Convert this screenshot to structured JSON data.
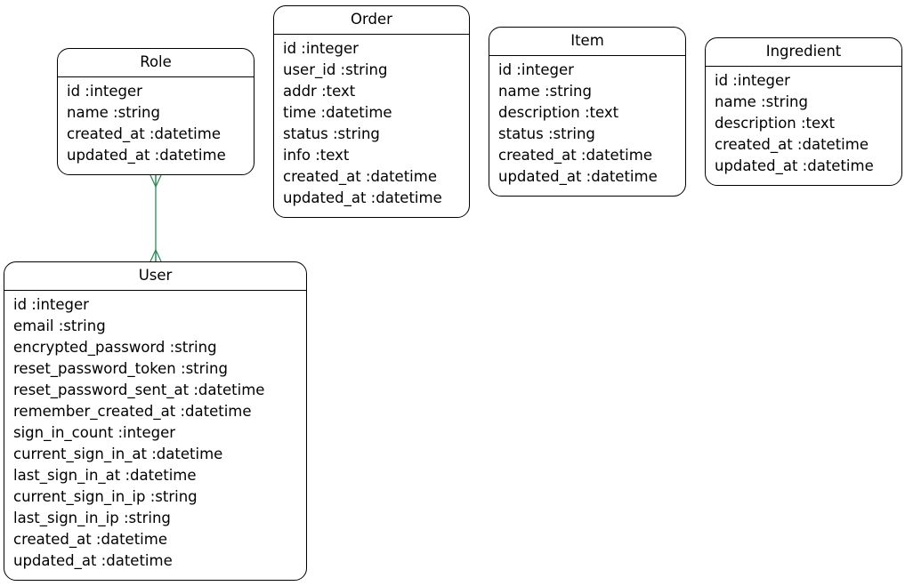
{
  "colors": {
    "relation": "#2e8b57",
    "border": "#000000",
    "background": "#ffffff"
  },
  "entities": {
    "role": {
      "name": "Role",
      "attributes": [
        "id :integer",
        "name :string",
        "created_at :datetime",
        "updated_at :datetime"
      ]
    },
    "order": {
      "name": "Order",
      "attributes": [
        "id :integer",
        "user_id :string",
        "addr :text",
        "time :datetime",
        "status :string",
        "info :text",
        "created_at :datetime",
        "updated_at :datetime"
      ]
    },
    "item": {
      "name": "Item",
      "attributes": [
        "id :integer",
        "name :string",
        "description :text",
        "status :string",
        "created_at :datetime",
        "updated_at :datetime"
      ]
    },
    "ingredient": {
      "name": "Ingredient",
      "attributes": [
        "id :integer",
        "name :string",
        "description :text",
        "created_at :datetime",
        "updated_at :datetime"
      ]
    },
    "user": {
      "name": "User",
      "attributes": [
        "id :integer",
        "email :string",
        "encrypted_password :string",
        "reset_password_token :string",
        "reset_password_sent_at :datetime",
        "remember_created_at :datetime",
        "sign_in_count :integer",
        "current_sign_in_at :datetime",
        "last_sign_in_at :datetime",
        "current_sign_in_ip :string",
        "last_sign_in_ip :string",
        "created_at :datetime",
        "updated_at :datetime"
      ]
    }
  },
  "relations": [
    {
      "from": "Role",
      "to": "User",
      "type": "many-to-many"
    }
  ]
}
